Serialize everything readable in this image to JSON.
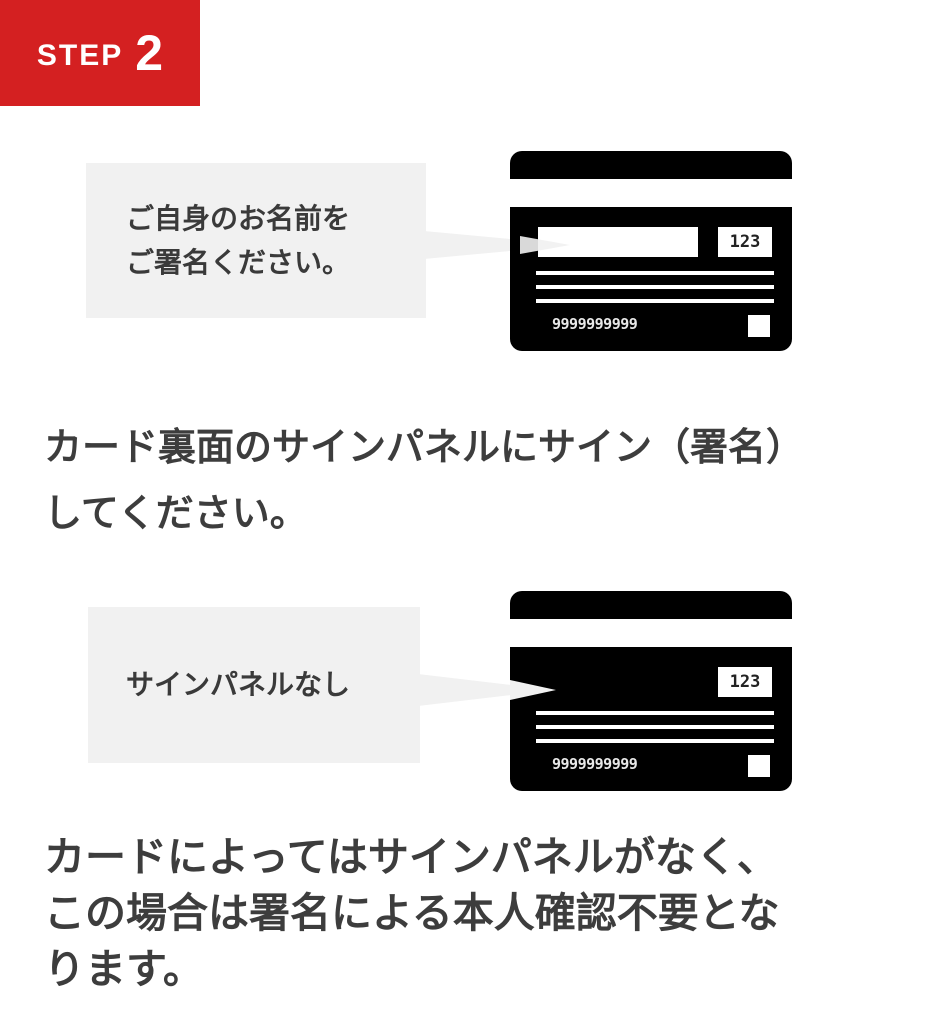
{
  "step_badge": {
    "label": "STEP",
    "number": "2",
    "background_color": "#d42021"
  },
  "section_with_panel": {
    "bubble_lines": [
      "ご自身のお名前を",
      "ご署名ください。"
    ],
    "card": {
      "cvv": "123",
      "card_number": "9999999999",
      "has_sign_panel": true
    },
    "caption_lines": [
      "カード裏面のサインパネルにサイン（署名）",
      "してください。"
    ]
  },
  "section_without_panel": {
    "bubble_lines": [
      "サインパネルなし"
    ],
    "card": {
      "cvv": "123",
      "card_number": "9999999999",
      "has_sign_panel": false
    },
    "caption_lines": [
      "カードによってはサインパネルがなく、",
      "この場合は署名による本人確認不要とな",
      "ります。"
    ]
  },
  "colors": {
    "bubble_bg": "#f1f1f1",
    "text": "#3d3d3d",
    "card": "#000000"
  }
}
